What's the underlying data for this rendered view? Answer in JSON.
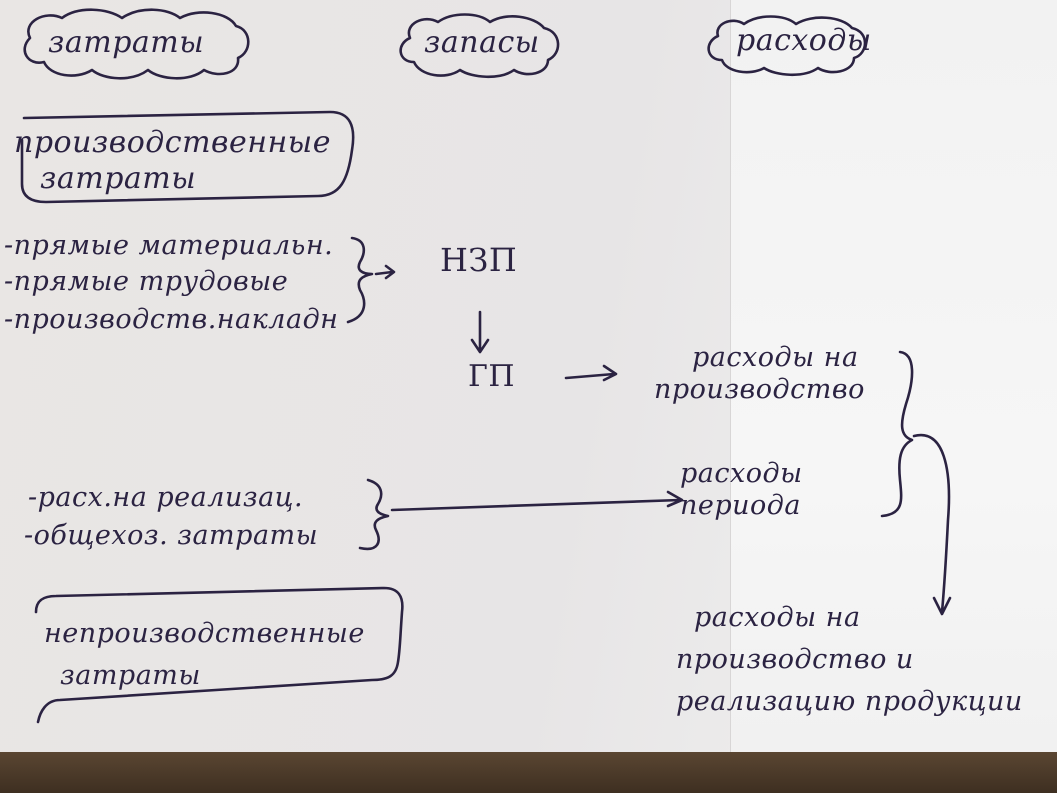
{
  "headers": {
    "costs": "затраты",
    "inventory": "запасы",
    "expenses": "расходы"
  },
  "left": {
    "production_costs_title": [
      "производственные",
      "затраты"
    ],
    "production_items": [
      "-прямые материальн.",
      "-прямые трудовые",
      "-производств.накладн"
    ],
    "period_items": [
      "-расх.на реализац.",
      "-общехоз. затраты"
    ],
    "nonproduction_costs_title": [
      "непроизводственные",
      "затраты"
    ]
  },
  "middle": {
    "wip": "НЗП",
    "finished_goods": "ГП"
  },
  "right": {
    "production_expenses": [
      "расходы на",
      "производство"
    ],
    "period_expenses": [
      "расходы",
      "периода"
    ],
    "total_expenses": [
      "расходы на",
      "производство и",
      "реализацию продукции"
    ]
  },
  "colors": {
    "ink": "#2b2342",
    "paper": "#ebe9e9"
  }
}
